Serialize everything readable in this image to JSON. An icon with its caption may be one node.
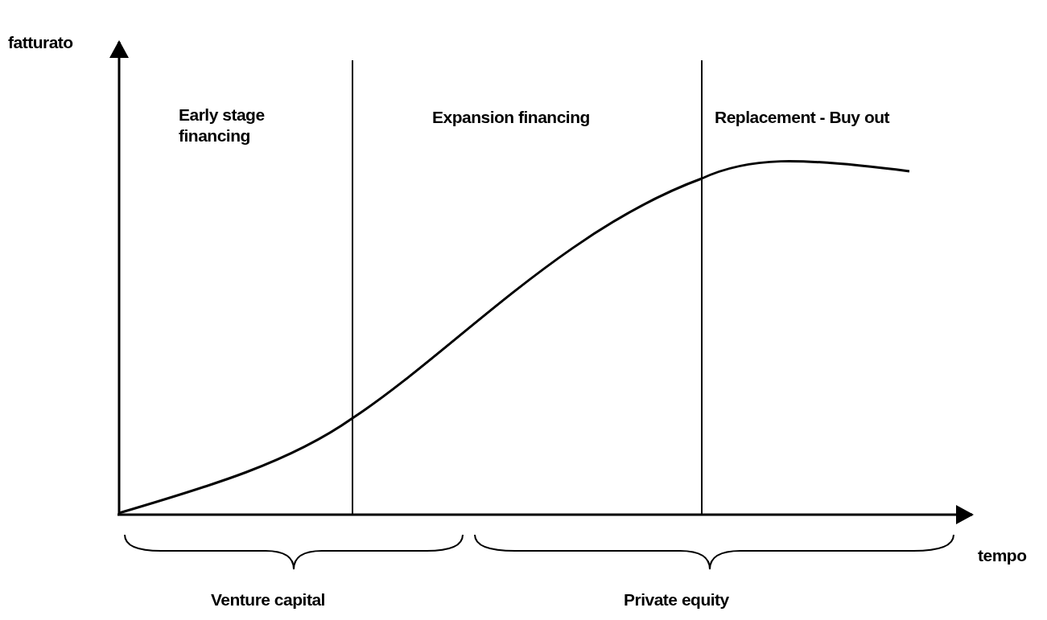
{
  "diagram": {
    "labels": [
      "fatturato",
      "Early stage financing",
      "Expansion financing",
      "Replacement - Buy out",
      "tempo",
      "Venture capital",
      "Private equity"
    ]
  }
}
